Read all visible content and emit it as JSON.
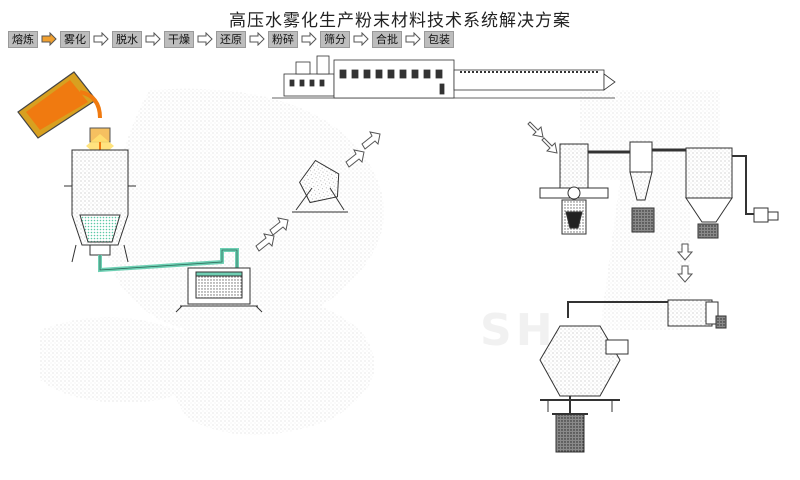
{
  "title": "高压水雾化生产粉末材料技术系统解决方案",
  "steps": [
    {
      "label": "熔炼",
      "active": true
    },
    {
      "label": "雾化"
    },
    {
      "label": "脱水"
    },
    {
      "label": "干燥"
    },
    {
      "label": "还原"
    },
    {
      "label": "粉碎"
    },
    {
      "label": "筛分"
    },
    {
      "label": "合批"
    },
    {
      "label": "包装"
    }
  ],
  "watermark": "SH",
  "colors": {
    "molten": "#f07a10",
    "ladle": "#d8a020",
    "water": "#6fd0b4",
    "outline": "#222222",
    "arrow_active": "#f0a030",
    "arrow": "#ffffff",
    "step_bg": "#bdbdbd"
  }
}
